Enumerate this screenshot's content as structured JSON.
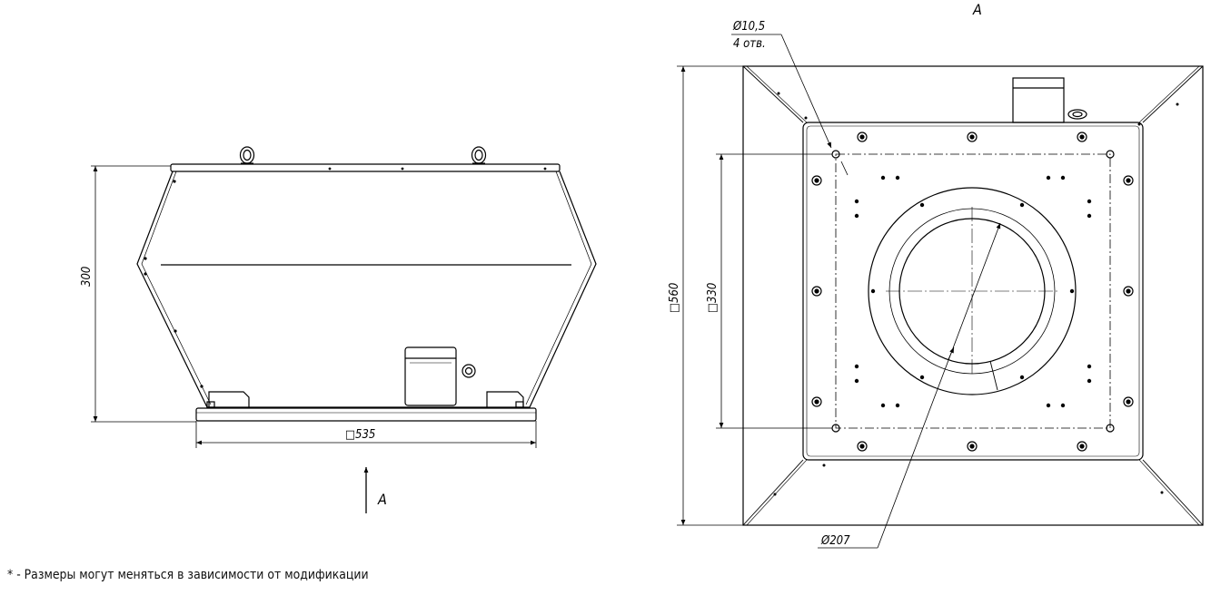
{
  "side_view": {
    "height_label": "300",
    "width_label": "□535",
    "view_arrow_label": "A"
  },
  "top_view": {
    "view_title": "A",
    "hole_diameter_label": "Ø10,5",
    "hole_count_label": "4 отв.",
    "outer_size_label": "□560",
    "bolt_square_label": "□330",
    "inlet_diameter_label": "Ø207"
  },
  "footnote": "* - Размеры могут меняться в зависимости от модификации",
  "colors": {
    "line": "#000000",
    "background": "#ffffff"
  }
}
